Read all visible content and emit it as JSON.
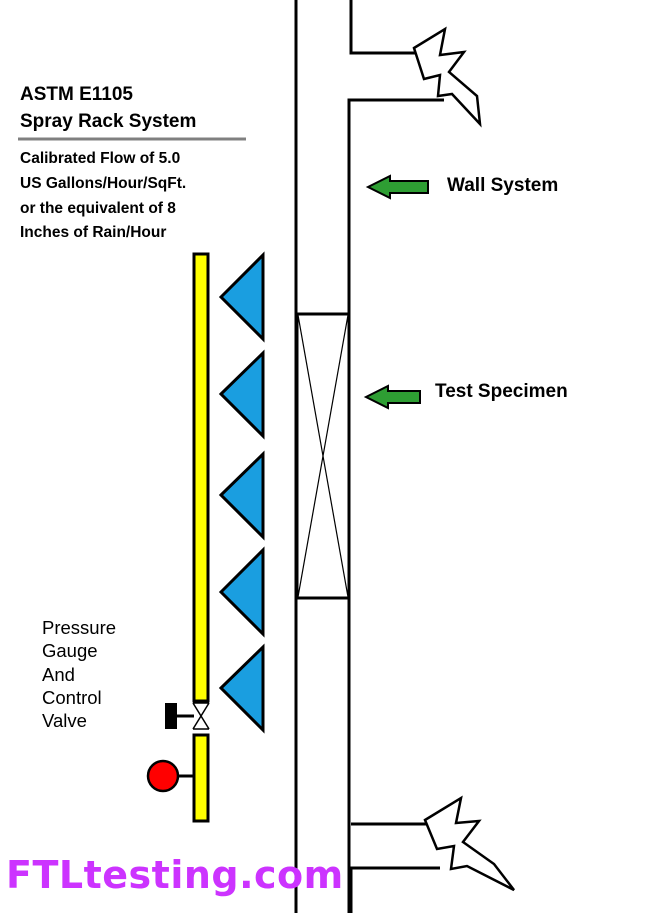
{
  "title": {
    "line1": "ASTM E1105",
    "line2": "Spray Rack System"
  },
  "flow_note": [
    "Calibrated Flow of 5.0",
    "US Gallons/Hour/SqFt.",
    "or the equivalent of 8",
    "Inches of Rain/Hour"
  ],
  "labels": {
    "wall_system": "Wall System",
    "test_specimen": "Test Specimen"
  },
  "valve_label": [
    "Pressure",
    "Gauge",
    "And",
    "Control",
    "Valve"
  ],
  "brand": "FTLtesting.com",
  "colors": {
    "spray_bar": "#ffff00",
    "nozzle": "#1a9ee0",
    "arrow": "#2e9e33",
    "gauge": "#ff0000",
    "brand": "#cc33ff",
    "underline": "#808080"
  },
  "nozzle_count": 5
}
